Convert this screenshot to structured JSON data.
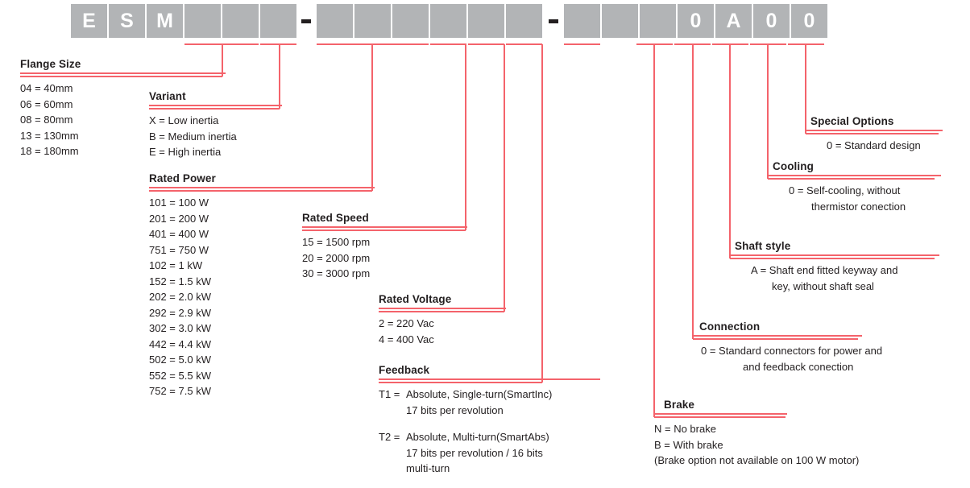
{
  "part_number": {
    "boxes": [
      {
        "text": "E"
      },
      {
        "text": "S"
      },
      {
        "text": "M"
      },
      {
        "text": ""
      },
      {
        "text": ""
      },
      {
        "text": ""
      },
      {
        "sep": true
      },
      {
        "text": ""
      },
      {
        "text": ""
      },
      {
        "text": ""
      },
      {
        "text": ""
      },
      {
        "text": ""
      },
      {
        "text": ""
      },
      {
        "sep": true
      },
      {
        "text": ""
      },
      {
        "text": ""
      },
      {
        "text": ""
      },
      {
        "text": "0"
      },
      {
        "text": "A"
      },
      {
        "text": "0"
      },
      {
        "text": "0"
      }
    ],
    "box_fill": "#b2b4b6",
    "box_text_color": "#ffffff",
    "separator": "-"
  },
  "accent_color": "#f4636b",
  "sections": {
    "flange_size": {
      "title": "Flange Size",
      "items": [
        "04 = 40mm",
        "06 = 60mm",
        "08 = 80mm",
        "13 = 130mm",
        "18 = 180mm"
      ]
    },
    "variant": {
      "title": "Variant",
      "items": [
        "X = Low inertia",
        "B = Medium inertia",
        "E = High inertia"
      ]
    },
    "rated_power": {
      "title": "Rated Power",
      "items": [
        "101 = 100 W",
        "201 = 200 W",
        "401 = 400 W",
        "751 = 750 W",
        "102 = 1 kW",
        "152 = 1.5 kW",
        "202 = 2.0 kW",
        "292 = 2.9 kW",
        "302 = 3.0 kW",
        "442 = 4.4 kW",
        "502 = 5.0 kW",
        "552 = 5.5 kW",
        "752 = 7.5 kW"
      ]
    },
    "rated_speed": {
      "title": "Rated Speed",
      "items": [
        "15 = 1500 rpm",
        "20 = 2000 rpm",
        "30 = 3000 rpm"
      ]
    },
    "rated_voltage": {
      "title": "Rated Voltage",
      "items": [
        "2 = 220 Vac",
        "4 = 400 Vac"
      ]
    },
    "feedback": {
      "title": "Feedback",
      "entries": [
        {
          "key": "T1 =",
          "line1": "Absolute, Single-turn(SmartInc)",
          "line2": "17 bits per revolution",
          "line3": ""
        },
        {
          "key": "T2 =",
          "line1": "Absolute, Multi-turn(SmartAbs)",
          "line2": "17 bits per revolution / 16 bits",
          "line3": "multi-turn"
        }
      ]
    },
    "brake": {
      "title": "Brake",
      "items": [
        "N = No brake",
        "B = With brake",
        "(Brake option not available on 100 W motor)"
      ]
    },
    "connection": {
      "title": "Connection",
      "line1": "0 = Standard connectors for power and",
      "line2": "and feedback conection"
    },
    "shaft_style": {
      "title": "Shaft style",
      "line1": "A = Shaft end fitted keyway and",
      "line2": "key, without shaft seal"
    },
    "cooling": {
      "title": "Cooling",
      "line1": "0 = Self-cooling, without",
      "line2": "thermistor conection"
    },
    "special_options": {
      "title": "Special Options",
      "line1": "0 = Standard design"
    }
  }
}
